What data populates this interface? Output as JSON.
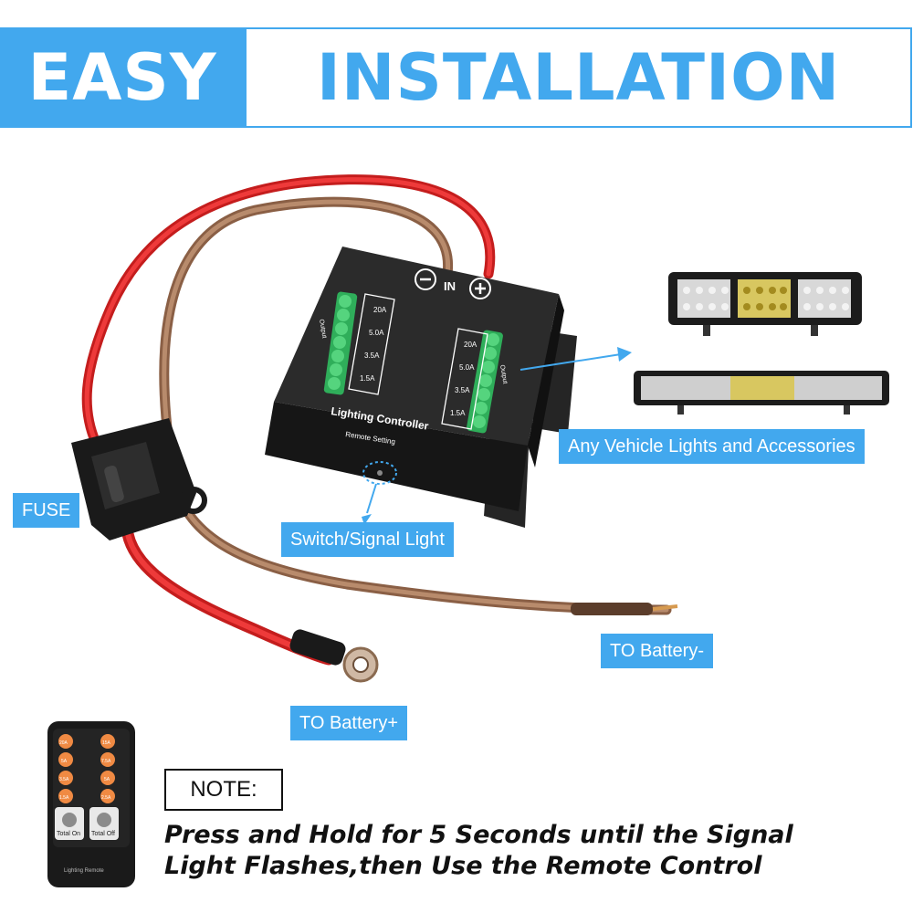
{
  "header": {
    "easy": "EASY",
    "installation": "INSTALLATION"
  },
  "controller": {
    "title": "Lighting Controller",
    "remote_setting": "Remote Setting",
    "in_label": "IN",
    "minus": "−",
    "plus": "+",
    "output_label": "Output",
    "left_ratings": [
      "20A",
      "5.0A",
      "3.5A",
      "1.5A"
    ],
    "right_ratings": [
      "20A",
      "5.0A",
      "3.5A",
      "1.5A"
    ]
  },
  "labels": {
    "fuse": "FUSE",
    "switch_signal": "Switch/Signal Light",
    "accessories": "Any Vehicle Lights and Accessories",
    "battery_neg": "TO Battery-",
    "battery_pos": "TO Battery+"
  },
  "remote": {
    "left_buttons": [
      "20A",
      "5A",
      "3.5A",
      "1.5A"
    ],
    "right_buttons": [
      "15A",
      "7.5A",
      "5A",
      "2.5A"
    ],
    "total_on": "Total On",
    "total_off": "Total Off",
    "brand": "Lighting Remote"
  },
  "note": {
    "label": "NOTE:",
    "line1": "Press and Hold for 5 Seconds until the Signal",
    "line2": "Light Flashes,then Use the Remote Control"
  },
  "colors": {
    "accent": "#42a8ee",
    "wire_red": "#e52b2b",
    "wire_brown": "#a0765a",
    "terminal_green": "#3fc06a"
  }
}
